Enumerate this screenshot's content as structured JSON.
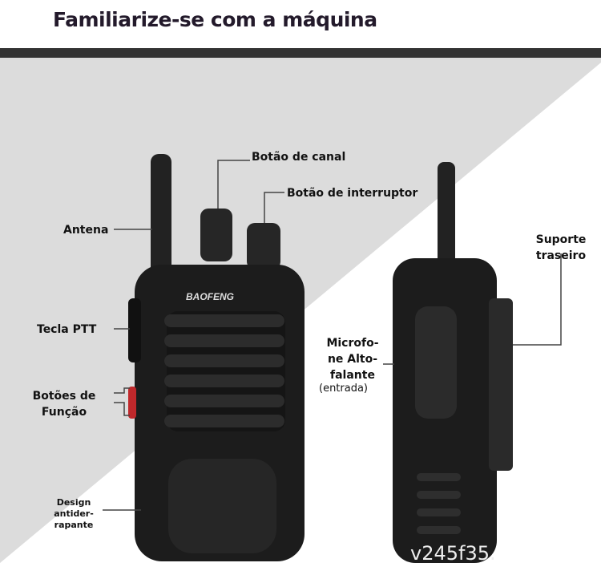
{
  "title": "Familiarize-se com a máquina",
  "labels": {
    "channel_knob": "Botão de canal",
    "power_knob": "Botão de interruptor",
    "antenna": "Antena",
    "ptt": "Tecla PTT",
    "function_buttons": "Botões de Função",
    "anti_slip": "Design antider-rapante",
    "mic_speaker": "Microfo-ne Alto-falante",
    "mic_speaker_sub": "(entrada)",
    "belt_clip": "Suporte traseiro"
  },
  "brand": "BAOFENG",
  "watermark": "v245f35.",
  "colors": {
    "accent_red": "#c0282b",
    "dark": "#1c1c1c",
    "gray_bg": "#dcdcdc"
  }
}
